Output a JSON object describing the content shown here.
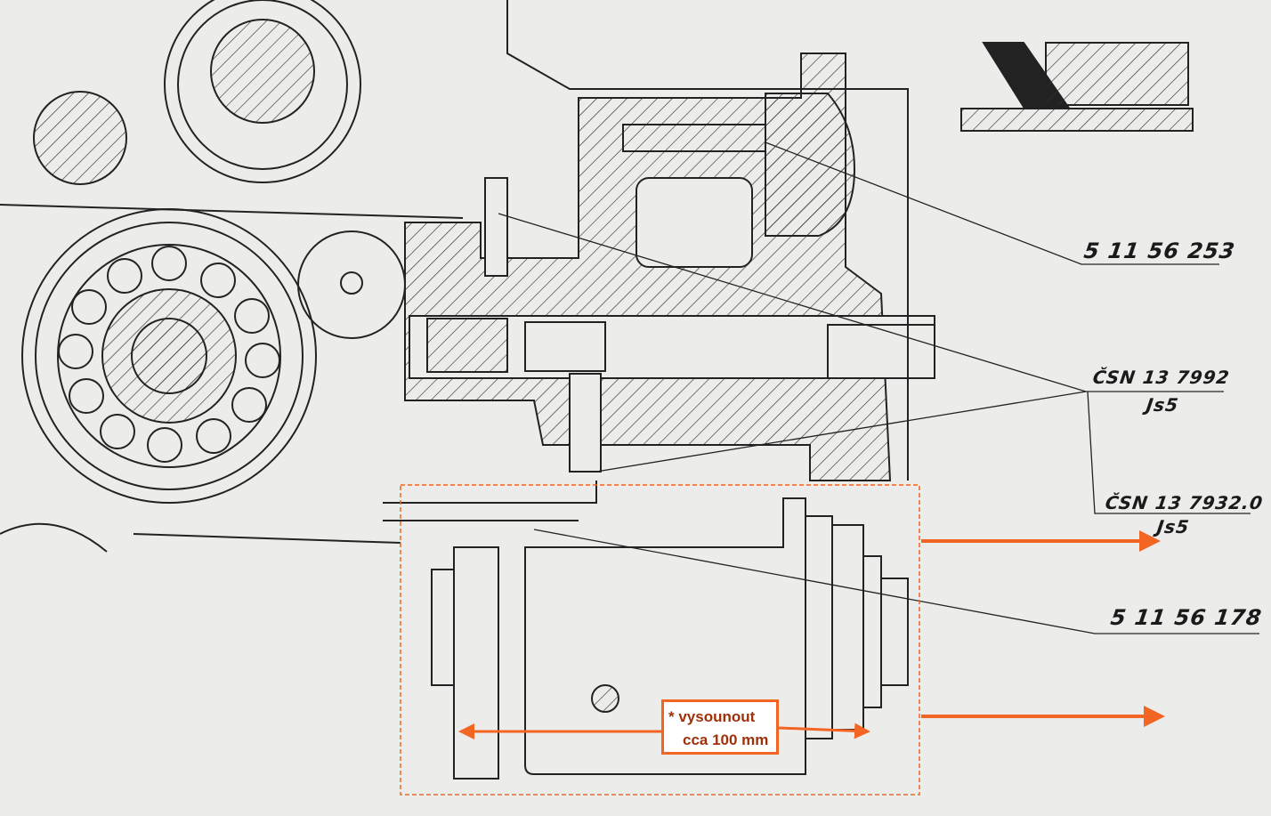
{
  "labels": {
    "part_top": "5 11 56 253",
    "csn_1": "ČSN 13 7992",
    "csn_1_class": "Js5",
    "csn_2": "ČSN 13 7932.0",
    "csn_2_class": "Js5",
    "part_bottom": "5 11 56 178"
  },
  "annotation": {
    "line1": "* vysounout",
    "line2": "cca 100 mm"
  },
  "colors": {
    "accent": "#f26522",
    "note_text": "#a0300a",
    "ink": "#1a1a1a",
    "paper": "#ececea"
  }
}
